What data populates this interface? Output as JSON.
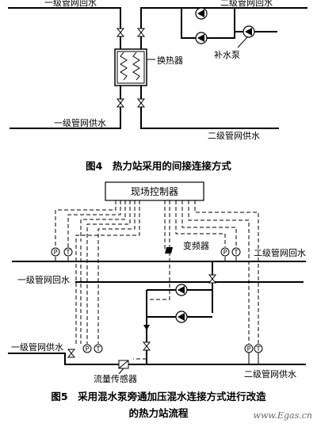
{
  "figure4": {
    "primary_return": "一级管网回水",
    "secondary_return": "二级管网回水",
    "heat_exchanger": "换热器",
    "makeup_pump": "补水泵",
    "primary_supply": "一级管网供水",
    "secondary_supply": "二级管网供水",
    "caption": "图4　热力站采用的间接连接方式"
  },
  "figure5": {
    "controller": "现场控制器",
    "vfd": "变频器",
    "secondary_return": "二级管网回水",
    "primary_return": "一级管网回水",
    "primary_supply": "一级管网供水",
    "flow_sensor": "流量传感器",
    "secondary_supply": "二级管网供水",
    "sensor_p": "P",
    "sensor_t": "T",
    "caption_line1": "图5　采用混水泵旁通加压混水连接方式进行改造",
    "caption_line2": "的热力站流程"
  },
  "watermark": "www.Egas.cn"
}
